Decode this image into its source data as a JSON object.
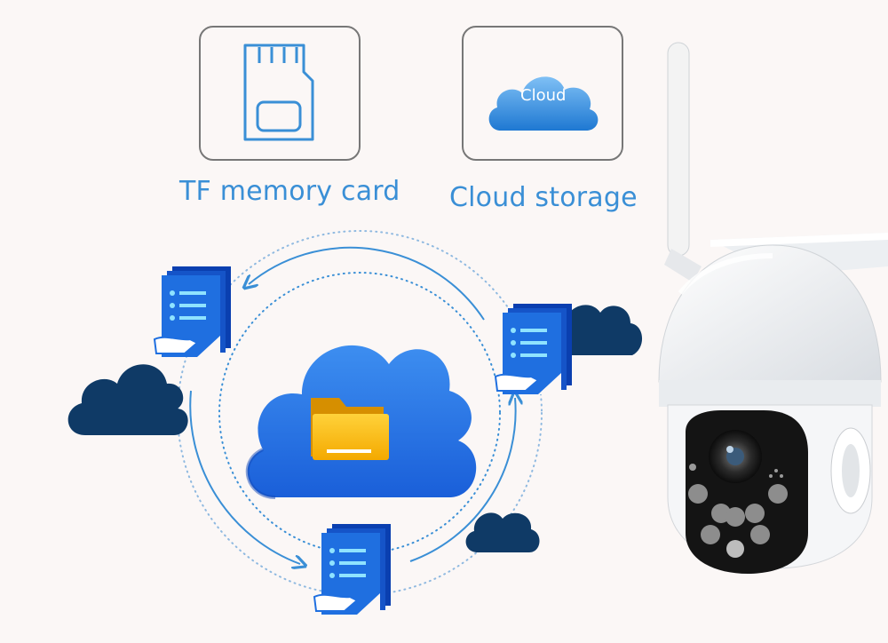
{
  "storage_options": [
    {
      "icon": "sd-card-icon",
      "label": "TF memory card"
    },
    {
      "icon": "cloud-icon",
      "badge": "Cloud",
      "label": "Cloud storage"
    }
  ],
  "colors": {
    "accent_blue": "#3a8fd6",
    "doc_blue": "#1f6fe0",
    "dark_cloud": "#0f3a66",
    "folder_yellow": "#f5b800",
    "border_gray": "#777777"
  }
}
